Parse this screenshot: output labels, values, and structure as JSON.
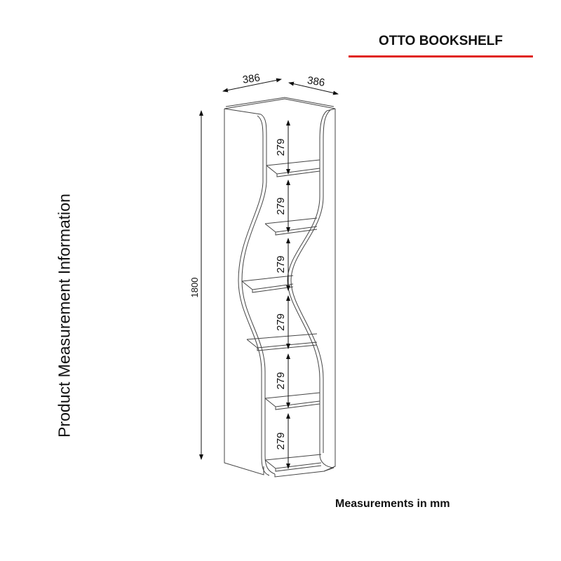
{
  "title": "OTTO BOOKSHELF",
  "accent_color": "#e0231b",
  "side_label": "Product Measurement Information",
  "units_note": "Measurements in mm",
  "dimensions": {
    "width_left": "386",
    "width_right": "386",
    "height": "1800",
    "shelf_gaps": [
      "279",
      "279",
      "279",
      "279",
      "279",
      "279"
    ]
  }
}
